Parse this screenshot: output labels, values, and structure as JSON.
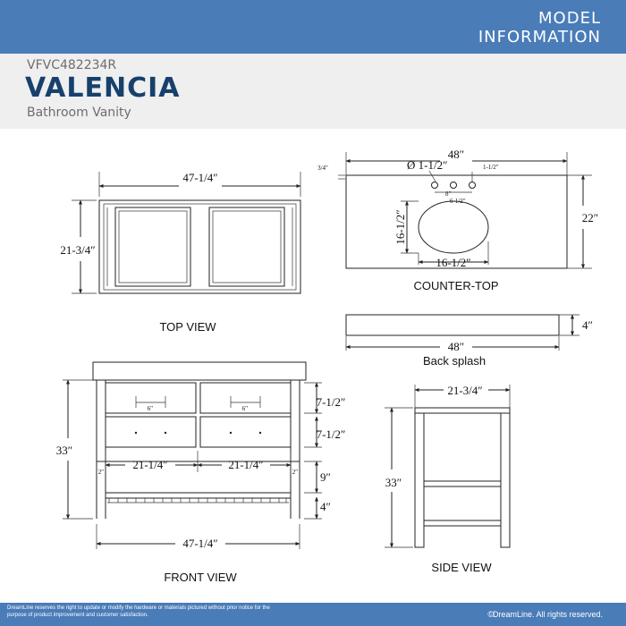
{
  "header": {
    "line1": "MODEL",
    "line2": "INFORMATION"
  },
  "product": {
    "model_number": "VFVC482234R",
    "name": "VALENCIA",
    "type": "Bathroom Vanity"
  },
  "top_view": {
    "caption": "TOP VIEW",
    "width": "47-1/4″",
    "depth": "21-3/4″"
  },
  "counter_top": {
    "caption": "COUNTER-TOP",
    "width": "48″",
    "depth": "22″",
    "thickness": "3/4″",
    "faucet_hole": "Ø 1-1/2″",
    "hole_offset": "1-1/2″",
    "spread": "8″",
    "hole_to_sink": "6-1/2″",
    "sink_height": "16-1/2″",
    "sink_width": "16-1/2″"
  },
  "back_splash": {
    "caption": "Back splash",
    "width": "48″",
    "height": "4″"
  },
  "front_view": {
    "caption": "FRONT VIEW",
    "height": "33″",
    "drawer_upper": "7-1/2″",
    "drawer_lower": "7-1/2″",
    "open_space": "9″",
    "bottom": "4″",
    "bay_left": "21-1/4″",
    "bay_right": "21-1/4″",
    "side_left": "2″",
    "side_right": "2″",
    "overall_width": "47-1/4″",
    "handle_left": "6″",
    "handle_right": "6″"
  },
  "side_view": {
    "caption": "SIDE VIEW",
    "depth": "21-3/4″",
    "height": "33″"
  },
  "footer": {
    "disclaimer": "DreamLine reserves the right to update or modify the hardware or materials pictured without prior notice for the purpose of product improvement and customer satisfaction.",
    "copyright": "DreamLine. All rights reserved.",
    "copyright_icon": "copyright-icon"
  }
}
